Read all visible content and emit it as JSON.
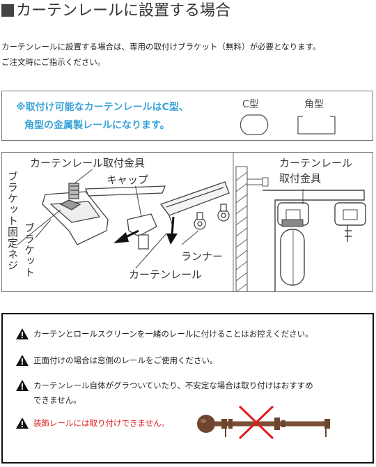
{
  "title": "カーテンレールに設置する場合",
  "intro": {
    "line1": "カーテンレールに設置する場合は、専用の取付けブラケット（無料）が必要となります。",
    "line2": "ご注文時にご指示ください。"
  },
  "note": {
    "line1": "※取付け可能なカーテンレールはC型、",
    "line2": "角型の金属製レールになります。",
    "shape_c": "C型",
    "shape_square": "角型",
    "color": "#3aa3d8"
  },
  "diagram": {
    "label_fitting_top": "カーテンレール取付金具",
    "label_cap": "キャップ",
    "label_screw": "ブラケット固定ネジ",
    "label_bracket": "ブラケット",
    "label_runner": "ランナー",
    "label_rail": "カーテンレール",
    "label_right_rail": "カーテンレール",
    "label_right_fitting": "取付金具"
  },
  "warnings": [
    {
      "text": "カーテンとロールスクリーンを一緒のレールに付けることはお控えください。",
      "red": false
    },
    {
      "text": "正面付けの場合は窓側のレールをご使用ください。",
      "red": false
    },
    {
      "text": "カーテンレール自体がグラついていたり、不安定な場合は取り付けはおすすめ",
      "text2": "できません。",
      "red": false
    },
    {
      "text": "装飾レールには取り付けできません。",
      "red": true
    }
  ],
  "colors": {
    "warning_red": "#e21a1a",
    "cross_red": "#e21a1a",
    "rod_brown": "#7a4f35"
  }
}
